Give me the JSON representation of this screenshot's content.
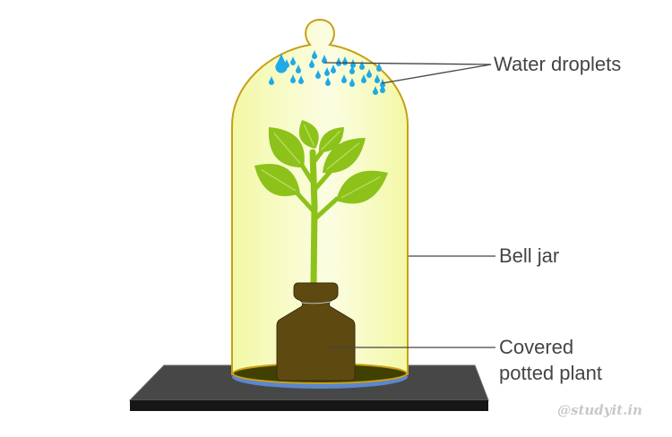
{
  "labels": {
    "water_droplets": "Water droplets",
    "bell_jar": "Bell jar",
    "covered_potted_plant_line1": "Covered",
    "covered_potted_plant_line2": "potted plant"
  },
  "watermark": "@studyit.in",
  "colors": {
    "jar_fill": "#f6f9b4",
    "jar_outline": "#c8a013",
    "leaf": "#8cc21a",
    "leaf_vein": "#b5dc55",
    "bottle": "#5e4a10",
    "droplet": "#1fa9e6",
    "platform_top": "#474747",
    "platform_front": "#161616",
    "jar_rim": "#5b86d0",
    "label_text": "#444444"
  }
}
